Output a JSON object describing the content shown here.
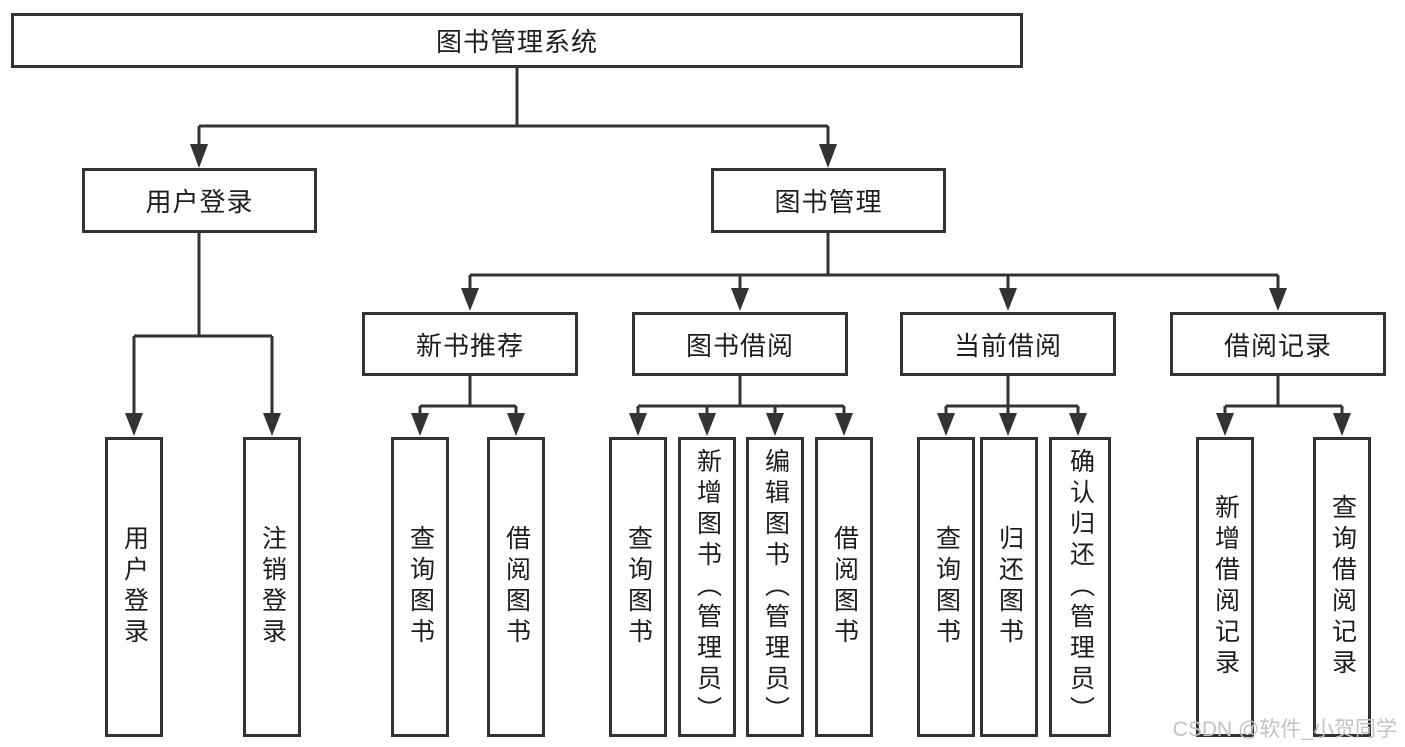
{
  "colors": {
    "line": "#333333",
    "box_border": "#333333",
    "text": "#1d1d1d",
    "watermark": "#c3c3c3",
    "background": "#ffffff"
  },
  "tree": {
    "root": {
      "label": "图书管理系统",
      "children": [
        {
          "label": "用户登录",
          "children": [
            {
              "label": "用户登录"
            },
            {
              "label": "注销登录"
            }
          ]
        },
        {
          "label": "图书管理",
          "children": [
            {
              "label": "新书推荐",
              "children": [
                {
                  "label": "查询图书"
                },
                {
                  "label": "借阅图书"
                }
              ]
            },
            {
              "label": "图书借阅",
              "children": [
                {
                  "label": "查询图书"
                },
                {
                  "label": "新增图书（管理员）"
                },
                {
                  "label": "编辑图书（管理员）"
                },
                {
                  "label": "借阅图书"
                }
              ]
            },
            {
              "label": "当前借阅",
              "children": [
                {
                  "label": "查询图书"
                },
                {
                  "label": "归还图书"
                },
                {
                  "label": "确认归还（管理员）"
                }
              ]
            },
            {
              "label": "借阅记录",
              "children": [
                {
                  "label": "新增借阅记录"
                },
                {
                  "label": "查询借阅记录"
                }
              ]
            }
          ]
        }
      ]
    }
  },
  "watermark": {
    "text": "CSDN @软件_小贺同学"
  }
}
